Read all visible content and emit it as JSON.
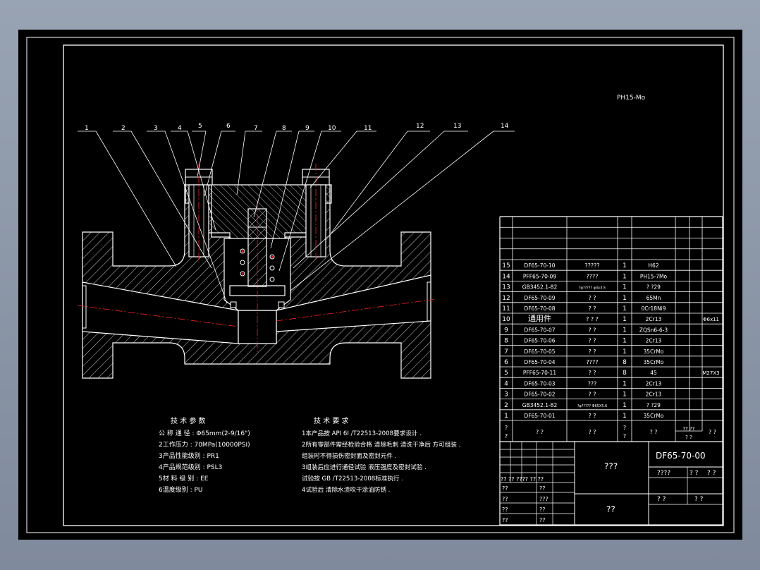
{
  "drawing": {
    "model_label": "PH15-Mo",
    "drawing_number": "DF65-70-00",
    "title_block_name": "???",
    "title_block_org": "??",
    "title_block_row1": "????",
    "title_block_row1b": "? ?",
    "title_block_row1c": "? ?",
    "title_block_row2": "? ?",
    "title_block_row2b": "? ?",
    "sign_rows": [
      {
        "a": "?? ?? ???? ?? ??",
        "b": ""
      },
      {
        "a": "??",
        "b": "??"
      },
      {
        "a": "??",
        "b": "???"
      },
      {
        "a": "??",
        "b": "??"
      },
      {
        "a": "??",
        "b": "??"
      }
    ]
  },
  "balloons": [
    "1",
    "2",
    "3",
    "4",
    "5",
    "6",
    "7",
    "8",
    "9",
    "10",
    "11",
    "12",
    "13",
    "14"
  ],
  "bom": {
    "rows": [
      {
        "no": "15",
        "code": "DF65-70-10",
        "name": "?????",
        "qty": "1",
        "material": "H62",
        "note": ""
      },
      {
        "no": "14",
        "code": "PFF65-70-09",
        "name": "????",
        "qty": "1",
        "material": "PH15-7Mo",
        "note": ""
      },
      {
        "no": "13",
        "code": "GB3452.1-82",
        "name": "?φ????? φ3x3.5",
        "qty": "1",
        "material": "? ?29",
        "note": ""
      },
      {
        "no": "12",
        "code": "DF65-70-09",
        "name": "?  ?",
        "qty": "1",
        "material": "65Mn",
        "note": ""
      },
      {
        "no": "11",
        "code": "DF65-70-08",
        "name": "?  ?",
        "qty": "1",
        "material": "0Cr18Ni9",
        "note": ""
      },
      {
        "no": "10",
        "code": "通用件",
        "name": "? ? ?",
        "qty": "1",
        "material": "2Cr13",
        "note": "Φ6x11"
      },
      {
        "no": "9",
        "code": "DF65-70-07",
        "name": "?  ?",
        "qty": "1",
        "material": "ZQSn6-6-3",
        "note": ""
      },
      {
        "no": "8",
        "code": "DF65-70-06",
        "name": "?  ?",
        "qty": "1",
        "material": "2Cr13",
        "note": ""
      },
      {
        "no": "7",
        "code": "DF65-70-05",
        "name": "?  ?",
        "qty": "1",
        "material": "35CrMo",
        "note": ""
      },
      {
        "no": "6",
        "code": "DF65-70-04",
        "name": "????",
        "qty": "8",
        "material": "35CrMo",
        "note": ""
      },
      {
        "no": "5",
        "code": "PFF65-70-11",
        "name": "?  ?",
        "qty": "8",
        "material": "45",
        "note": "M27X3"
      },
      {
        "no": "4",
        "code": "DF65-70-03",
        "name": "???",
        "qty": "1",
        "material": "2Cr13",
        "note": ""
      },
      {
        "no": "3",
        "code": "DF65-70-02",
        "name": "?  ?",
        "qty": "1",
        "material": "2Cr13",
        "note": ""
      },
      {
        "no": "2",
        "code": "GB3452.1-82",
        "name": "?φ????? Φ65X5.6",
        "qty": "1",
        "material": "? ?29",
        "note": ""
      },
      {
        "no": "1",
        "code": "DF65-70-01",
        "name": "?  ?",
        "qty": "1",
        "material": "35CrMo",
        "note": ""
      }
    ],
    "header": {
      "no": "?\n?",
      "code": "?  ?",
      "name": "?  ?",
      "qty": "?\n?",
      "material": "?  ?",
      "w1": "?? ??",
      "w1b": "?  ?",
      "note": "? ?"
    }
  },
  "tech_params": {
    "title": "技 术 参 数",
    "lines": [
      "公 称 通 径 : Φ65mm(2-9/16\")",
      "2工作压力 : 70MPa(10000PSI)",
      "3产品性能级别 : PR1",
      "4产品规范级别 : PSL3",
      "5材 料 级 别 : EE",
      "6温度级别 : PU"
    ]
  },
  "tech_requirements": {
    "title": "技 术 要 求",
    "lines": [
      "1本产品按 API 6I /T22513-2008要求设计 .",
      "2所有零部件需经检验合格 清除毛刺 清洗干净后 方可组装 .",
      "组装时不得损伤密封面及密封元件 .",
      "3组装后应进行通径试验 液压强度及密封试验 .",
      "试验按 GB /T22513-2008标准执行 .",
      "4试验后 清除水渍吹干涂油防锈 ."
    ]
  }
}
